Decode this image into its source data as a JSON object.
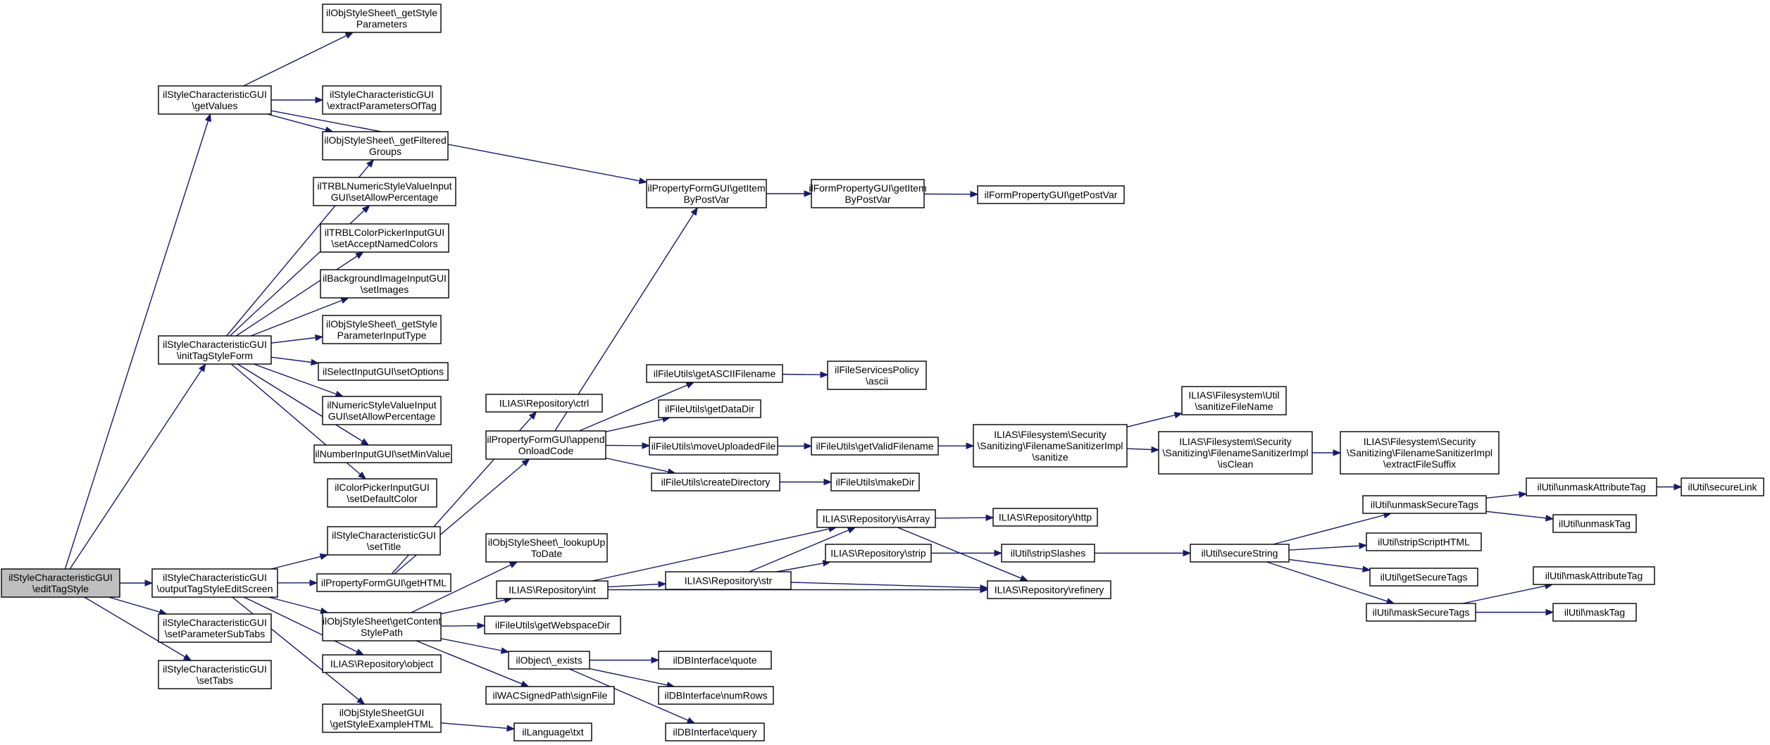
{
  "diagram": {
    "nodes": [
      {
        "id": "root",
        "lines": [
          "ilStyleCharacteristicGUI",
          "\\editTagStyle"
        ],
        "root": true
      },
      {
        "id": "getValues",
        "lines": [
          "ilStyleCharacteristicGUI",
          "\\getValues"
        ]
      },
      {
        "id": "initTagStyleForm",
        "lines": [
          "ilStyleCharacteristicGUI",
          "\\initTagStyleForm"
        ]
      },
      {
        "id": "outputTagStyleEditScreen",
        "lines": [
          "ilStyleCharacteristicGUI",
          "\\outputTagStyleEditScreen"
        ]
      },
      {
        "id": "setParameterSubTabs",
        "lines": [
          "ilStyleCharacteristicGUI",
          "\\setParameterSubTabs"
        ]
      },
      {
        "id": "setTabs",
        "lines": [
          "ilStyleCharacteristicGUI",
          "\\setTabs"
        ]
      },
      {
        "id": "getStyleParameters",
        "lines": [
          "ilObjStyleSheet\\_getStyle",
          "Parameters"
        ]
      },
      {
        "id": "extractParametersOfTag",
        "lines": [
          "ilStyleCharacteristicGUI",
          "\\extractParametersOfTag"
        ]
      },
      {
        "id": "getFilteredGroups",
        "lines": [
          "ilObjStyleSheet\\_getFiltered",
          "Groups"
        ]
      },
      {
        "id": "trblNumeric",
        "lines": [
          "ilTRBLNumericStyleValueInput",
          "GUI\\setAllowPercentage"
        ]
      },
      {
        "id": "trblColor",
        "lines": [
          "ilTRBLColorPickerInputGUI",
          "\\setAcceptNamedColors"
        ]
      },
      {
        "id": "bgImage",
        "lines": [
          "ilBackgroundImageInputGUI",
          "\\setImages"
        ]
      },
      {
        "id": "paramInputType",
        "lines": [
          "ilObjStyleSheet\\_getStyle",
          "ParameterInputType"
        ]
      },
      {
        "id": "selectOptions",
        "lines": [
          "ilSelectInputGUI\\setOptions"
        ]
      },
      {
        "id": "numericAllowPct",
        "lines": [
          "ilNumericStyleValueInput",
          "GUI\\setAllowPercentage"
        ]
      },
      {
        "id": "numberMinValue",
        "lines": [
          "ilNumberInputGUI\\setMinValue"
        ]
      },
      {
        "id": "colorDefault",
        "lines": [
          "ilColorPickerInputGUI",
          "\\setDefaultColor"
        ]
      },
      {
        "id": "setTitle",
        "lines": [
          "ilStyleCharacteristicGUI",
          "\\setTitle"
        ]
      },
      {
        "id": "getHTML",
        "lines": [
          "ilPropertyFormGUI\\getHTML"
        ]
      },
      {
        "id": "contentStylePath",
        "lines": [
          "ilObjStyleSheet\\getContent",
          "StylePath"
        ]
      },
      {
        "id": "repoObject",
        "lines": [
          "ILIAS\\Repository\\object"
        ]
      },
      {
        "id": "styleExampleHTML",
        "lines": [
          "ilObjStyleSheetGUI",
          "\\getStyleExampleHTML"
        ]
      },
      {
        "id": "repoCtrl",
        "lines": [
          "ILIAS\\Repository\\ctrl"
        ]
      },
      {
        "id": "appendOnload",
        "lines": [
          "ilPropertyFormGUI\\append",
          "OnloadCode"
        ]
      },
      {
        "id": "lookupUpToDate",
        "lines": [
          "ilObjStyleSheet\\_lookupUp",
          "ToDate"
        ]
      },
      {
        "id": "repoInt",
        "lines": [
          "ILIAS\\Repository\\int"
        ]
      },
      {
        "id": "webspaceDir",
        "lines": [
          "ilFileUtils\\getWebspaceDir"
        ]
      },
      {
        "id": "objExists",
        "lines": [
          "ilObject\\_exists"
        ]
      },
      {
        "id": "signFile",
        "lines": [
          "ilWACSignedPath\\signFile"
        ]
      },
      {
        "id": "langTxt",
        "lines": [
          "ilLanguage\\txt"
        ]
      },
      {
        "id": "getItemByPostVar",
        "lines": [
          "ilPropertyFormGUI\\getItem",
          "ByPostVar"
        ]
      },
      {
        "id": "asciiFilename",
        "lines": [
          "ilFileUtils\\getASCIIFilename"
        ]
      },
      {
        "id": "getDataDir",
        "lines": [
          "ilFileUtils\\getDataDir"
        ]
      },
      {
        "id": "moveUploaded",
        "lines": [
          "ilFileUtils\\moveUploadedFile"
        ]
      },
      {
        "id": "createDirectory",
        "lines": [
          "ilFileUtils\\createDirectory"
        ]
      },
      {
        "id": "formPropItem",
        "lines": [
          "ilFormPropertyGUI\\getItem",
          "ByPostVar"
        ]
      },
      {
        "id": "getPostVar",
        "lines": [
          "ilFormPropertyGUI\\getPostVar"
        ]
      },
      {
        "id": "fsPolicyAscii",
        "lines": [
          "ilFileServicesPolicy",
          "\\ascii"
        ]
      },
      {
        "id": "validFilename",
        "lines": [
          "ilFileUtils\\getValidFilename"
        ]
      },
      {
        "id": "makeDir",
        "lines": [
          "ilFileUtils\\makeDir"
        ]
      },
      {
        "id": "sanitize",
        "lines": [
          "ILIAS\\Filesystem\\Security",
          "\\Sanitizing\\FilenameSanitizerImpl",
          "\\sanitize"
        ]
      },
      {
        "id": "sanitizeFileName",
        "lines": [
          "ILIAS\\Filesystem\\Util",
          "\\sanitizeFileName"
        ]
      },
      {
        "id": "isClean",
        "lines": [
          "ILIAS\\Filesystem\\Security",
          "\\Sanitizing\\FilenameSanitizerImpl",
          "\\isClean"
        ]
      },
      {
        "id": "extractSuffix",
        "lines": [
          "ILIAS\\Filesystem\\Security",
          "\\Sanitizing\\FilenameSanitizerImpl",
          "\\extractFileSuffix"
        ]
      },
      {
        "id": "repoIsArray",
        "lines": [
          "ILIAS\\Repository\\isArray"
        ]
      },
      {
        "id": "repoStr",
        "lines": [
          "ILIAS\\Repository\\str"
        ]
      },
      {
        "id": "repoStrip",
        "lines": [
          "ILIAS\\Repository\\strip"
        ]
      },
      {
        "id": "repoHttp",
        "lines": [
          "ILIAS\\Repository\\http"
        ]
      },
      {
        "id": "repoRefinery",
        "lines": [
          "ILIAS\\Repository\\refinery"
        ]
      },
      {
        "id": "stripSlashes",
        "lines": [
          "ilUtil\\stripSlashes"
        ]
      },
      {
        "id": "secureString",
        "lines": [
          "ilUtil\\secureString"
        ]
      },
      {
        "id": "unmaskSecureTags",
        "lines": [
          "ilUtil\\unmaskSecureTags"
        ]
      },
      {
        "id": "stripScriptHTML",
        "lines": [
          "ilUtil\\stripScriptHTML"
        ]
      },
      {
        "id": "getSecureTags",
        "lines": [
          "ilUtil\\getSecureTags"
        ]
      },
      {
        "id": "maskSecureTags",
        "lines": [
          "ilUtil\\maskSecureTags"
        ]
      },
      {
        "id": "unmaskAttrTag",
        "lines": [
          "ilUtil\\unmaskAttributeTag"
        ]
      },
      {
        "id": "unmaskTag",
        "lines": [
          "ilUtil\\unmaskTag"
        ]
      },
      {
        "id": "secureLink",
        "lines": [
          "ilUtil\\secureLink"
        ]
      },
      {
        "id": "maskAttrTag",
        "lines": [
          "ilUtil\\maskAttributeTag"
        ]
      },
      {
        "id": "maskTag",
        "lines": [
          "ilUtil\\maskTag"
        ]
      },
      {
        "id": "dbQuote",
        "lines": [
          "ilDBInterface\\quote"
        ]
      },
      {
        "id": "dbNumRows",
        "lines": [
          "ilDBInterface\\numRows"
        ]
      },
      {
        "id": "dbQuery",
        "lines": [
          "ilDBInterface\\query"
        ]
      }
    ],
    "edges": [
      [
        "root",
        "getValues"
      ],
      [
        "root",
        "initTagStyleForm"
      ],
      [
        "root",
        "outputTagStyleEditScreen"
      ],
      [
        "root",
        "setParameterSubTabs"
      ],
      [
        "root",
        "setTabs"
      ],
      [
        "getValues",
        "getStyleParameters"
      ],
      [
        "getValues",
        "extractParametersOfTag"
      ],
      [
        "getValues",
        "getFilteredGroups"
      ],
      [
        "getValues",
        "getItemByPostVar"
      ],
      [
        "initTagStyleForm",
        "getFilteredGroups"
      ],
      [
        "initTagStyleForm",
        "trblNumeric"
      ],
      [
        "initTagStyleForm",
        "trblColor"
      ],
      [
        "initTagStyleForm",
        "bgImage"
      ],
      [
        "initTagStyleForm",
        "paramInputType"
      ],
      [
        "initTagStyleForm",
        "selectOptions"
      ],
      [
        "initTagStyleForm",
        "numericAllowPct"
      ],
      [
        "initTagStyleForm",
        "numberMinValue"
      ],
      [
        "initTagStyleForm",
        "colorDefault"
      ],
      [
        "outputTagStyleEditScreen",
        "setTitle"
      ],
      [
        "outputTagStyleEditScreen",
        "getHTML"
      ],
      [
        "outputTagStyleEditScreen",
        "contentStylePath"
      ],
      [
        "outputTagStyleEditScreen",
        "repoObject"
      ],
      [
        "outputTagStyleEditScreen",
        "styleExampleHTML"
      ],
      [
        "getHTML",
        "repoCtrl"
      ],
      [
        "getHTML",
        "appendOnload"
      ],
      [
        "appendOnload",
        "getItemByPostVar"
      ],
      [
        "appendOnload",
        "asciiFilename"
      ],
      [
        "appendOnload",
        "getDataDir"
      ],
      [
        "appendOnload",
        "moveUploaded"
      ],
      [
        "appendOnload",
        "createDirectory"
      ],
      [
        "contentStylePath",
        "lookupUpToDate"
      ],
      [
        "contentStylePath",
        "repoInt"
      ],
      [
        "contentStylePath",
        "webspaceDir"
      ],
      [
        "contentStylePath",
        "objExists"
      ],
      [
        "contentStylePath",
        "signFile"
      ],
      [
        "styleExampleHTML",
        "langTxt"
      ],
      [
        "getItemByPostVar",
        "formPropItem"
      ],
      [
        "formPropItem",
        "getPostVar"
      ],
      [
        "asciiFilename",
        "fsPolicyAscii"
      ],
      [
        "moveUploaded",
        "validFilename"
      ],
      [
        "createDirectory",
        "makeDir"
      ],
      [
        "validFilename",
        "sanitize"
      ],
      [
        "sanitize",
        "sanitizeFileName"
      ],
      [
        "sanitize",
        "isClean"
      ],
      [
        "isClean",
        "extractSuffix"
      ],
      [
        "repoInt",
        "repoIsArray"
      ],
      [
        "repoInt",
        "repoStr"
      ],
      [
        "repoInt",
        "repoRefinery"
      ],
      [
        "repoStr",
        "repoIsArray"
      ],
      [
        "repoStr",
        "repoStrip"
      ],
      [
        "repoStr",
        "repoRefinery"
      ],
      [
        "repoIsArray",
        "repoHttp"
      ],
      [
        "repoIsArray",
        "repoRefinery"
      ],
      [
        "repoStrip",
        "stripSlashes"
      ],
      [
        "stripSlashes",
        "secureString"
      ],
      [
        "secureString",
        "unmaskSecureTags"
      ],
      [
        "secureString",
        "stripScriptHTML"
      ],
      [
        "secureString",
        "getSecureTags"
      ],
      [
        "secureString",
        "maskSecureTags"
      ],
      [
        "unmaskSecureTags",
        "unmaskAttrTag"
      ],
      [
        "unmaskSecureTags",
        "unmaskTag"
      ],
      [
        "unmaskAttrTag",
        "secureLink"
      ],
      [
        "maskSecureTags",
        "maskAttrTag"
      ],
      [
        "maskSecureTags",
        "maskTag"
      ],
      [
        "objExists",
        "dbQuote"
      ],
      [
        "objExists",
        "dbNumRows"
      ],
      [
        "objExists",
        "dbQuery"
      ]
    ]
  },
  "colors": {
    "edge": "#191970",
    "node_fill": "#ffffff",
    "root_fill": "#bfbfbf",
    "border": "#000000"
  }
}
